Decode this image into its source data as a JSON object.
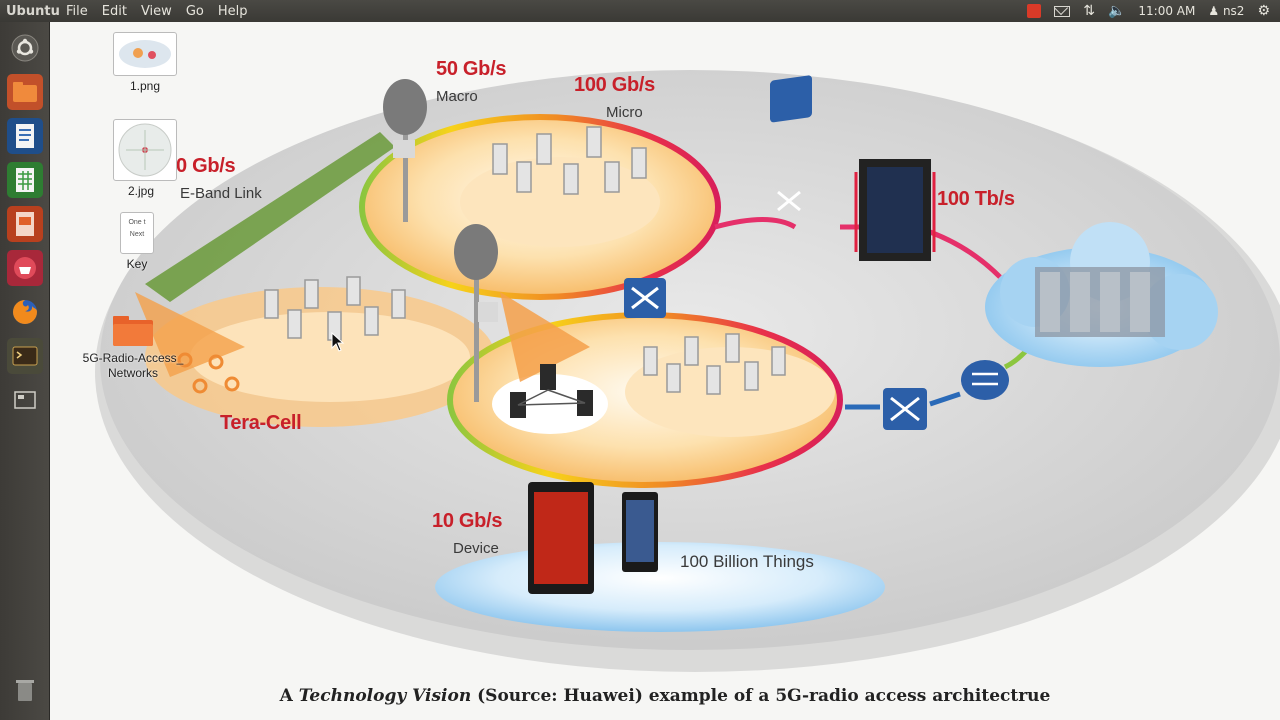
{
  "top_panel": {
    "brand": "Ubuntu",
    "menu": [
      "File",
      "Edit",
      "View",
      "Go",
      "Help"
    ],
    "clock": "11:00 AM",
    "user": "ns2",
    "icons": [
      "alert-icon",
      "mail-icon",
      "network-icon",
      "volume-icon",
      "gear-icon"
    ]
  },
  "launcher": {
    "items": [
      "dash-home",
      "files",
      "writer",
      "calc",
      "impress",
      "software-center",
      "firefox",
      "terminal",
      "workspaces",
      "trash"
    ]
  },
  "desktop_icons": {
    "png": "1.png",
    "jpg": "2.jpg",
    "key": "Key",
    "key_thumb_line1": "One t",
    "key_thumb_line2": "Next",
    "folder": "5G-Radio-Access_\nNetworks"
  },
  "figure": {
    "macro_speed": "50 Gb/s",
    "macro_label": "Macro",
    "micro_speed": "100 Gb/s",
    "micro_label": "Micro",
    "eband_speed": "0 Gb/s",
    "eband_label": "E-Band Link",
    "core_speed": "100 Tb/s",
    "tera_cell": "Tera-Cell",
    "device_speed": "10 Gb/s",
    "device_label": "Device",
    "things": "100 Billion Things"
  },
  "caption": {
    "prefix": "A ",
    "italic": "Technology Vision",
    "rest": " (Source: Huawei) example of a 5G-radio access architectrue"
  },
  "colors": {
    "speed_red": "#c8202a",
    "panel_bg": "#3c3b37",
    "ellipse_bg": "#d4d4d4",
    "cell_orange": "#f7c27a"
  }
}
